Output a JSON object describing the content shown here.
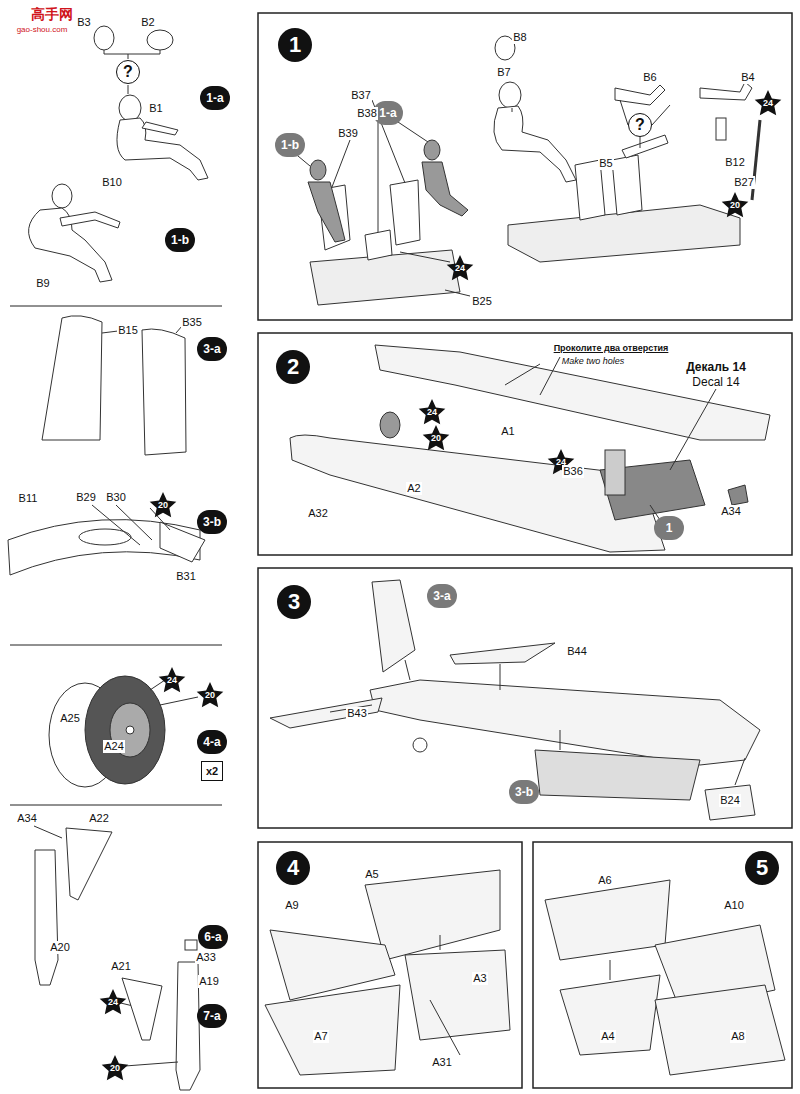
{
  "diagram": {
    "nodes": [
      {
        "text": [
          "?"
        ]
      },
      {
        "text": [
          "1-a"
        ]
      },
      {
        "text": [
          "1-b"
        ]
      },
      {
        "text": [
          "3-a"
        ]
      },
      {
        "text": [
          "20"
        ]
      },
      {
        "text": [
          "3-b"
        ]
      },
      {
        "text": [
          "24"
        ]
      },
      {
        "text": [
          "20"
        ]
      },
      {
        "text": [
          "4-a"
        ]
      },
      {
        "text": [
          "x2"
        ]
      },
      {
        "text": [
          "6-a"
        ]
      },
      {
        "text": [
          "24"
        ]
      },
      {
        "text": [
          "7-a"
        ]
      },
      {
        "text": [
          "20"
        ]
      },
      {
        "text": [
          "1"
        ]
      },
      {
        "text": [
          "1-a"
        ]
      },
      {
        "text": [
          "1-b"
        ]
      },
      {
        "text": [
          "?"
        ]
      },
      {
        "text": [
          "24"
        ]
      },
      {
        "text": [
          "20"
        ]
      },
      {
        "text": [
          "24"
        ]
      },
      {
        "text": [
          "2"
        ]
      },
      {
        "text": [
          "24"
        ]
      },
      {
        "text": [
          "20"
        ]
      },
      {
        "text": [
          "24"
        ]
      },
      {
        "text": [
          "1"
        ]
      },
      {
        "text": [
          "3"
        ]
      },
      {
        "text": [
          "3-a"
        ]
      },
      {
        "text": [
          "3-b"
        ]
      },
      {
        "text": [
          "4"
        ]
      },
      {
        "text": [
          "5"
        ]
      }
    ],
    "labels": [
      "高手网",
      "gao-shou.com",
      "B3",
      "B2",
      "B1",
      "B10",
      "B9",
      "B15",
      "B35",
      "B11",
      "B29",
      "B30",
      "B31",
      "A25",
      "A24",
      "A34",
      "A22",
      "A20",
      "A33",
      "A19",
      "A21",
      "B8",
      "B7",
      "B6",
      "B4",
      "B5",
      "B12",
      "B27",
      "B37",
      "B38",
      "B39",
      "B25",
      "Проколите два отверстия",
      "Make two holes",
      "Декаль 14",
      "Decal 14",
      "A1",
      "A32",
      "A2",
      "B36",
      "A34",
      "B44",
      "B43",
      "B24",
      "A5",
      "A9",
      "A3",
      "A7",
      "A31",
      "A6",
      "A10",
      "A4",
      "A8"
    ]
  }
}
